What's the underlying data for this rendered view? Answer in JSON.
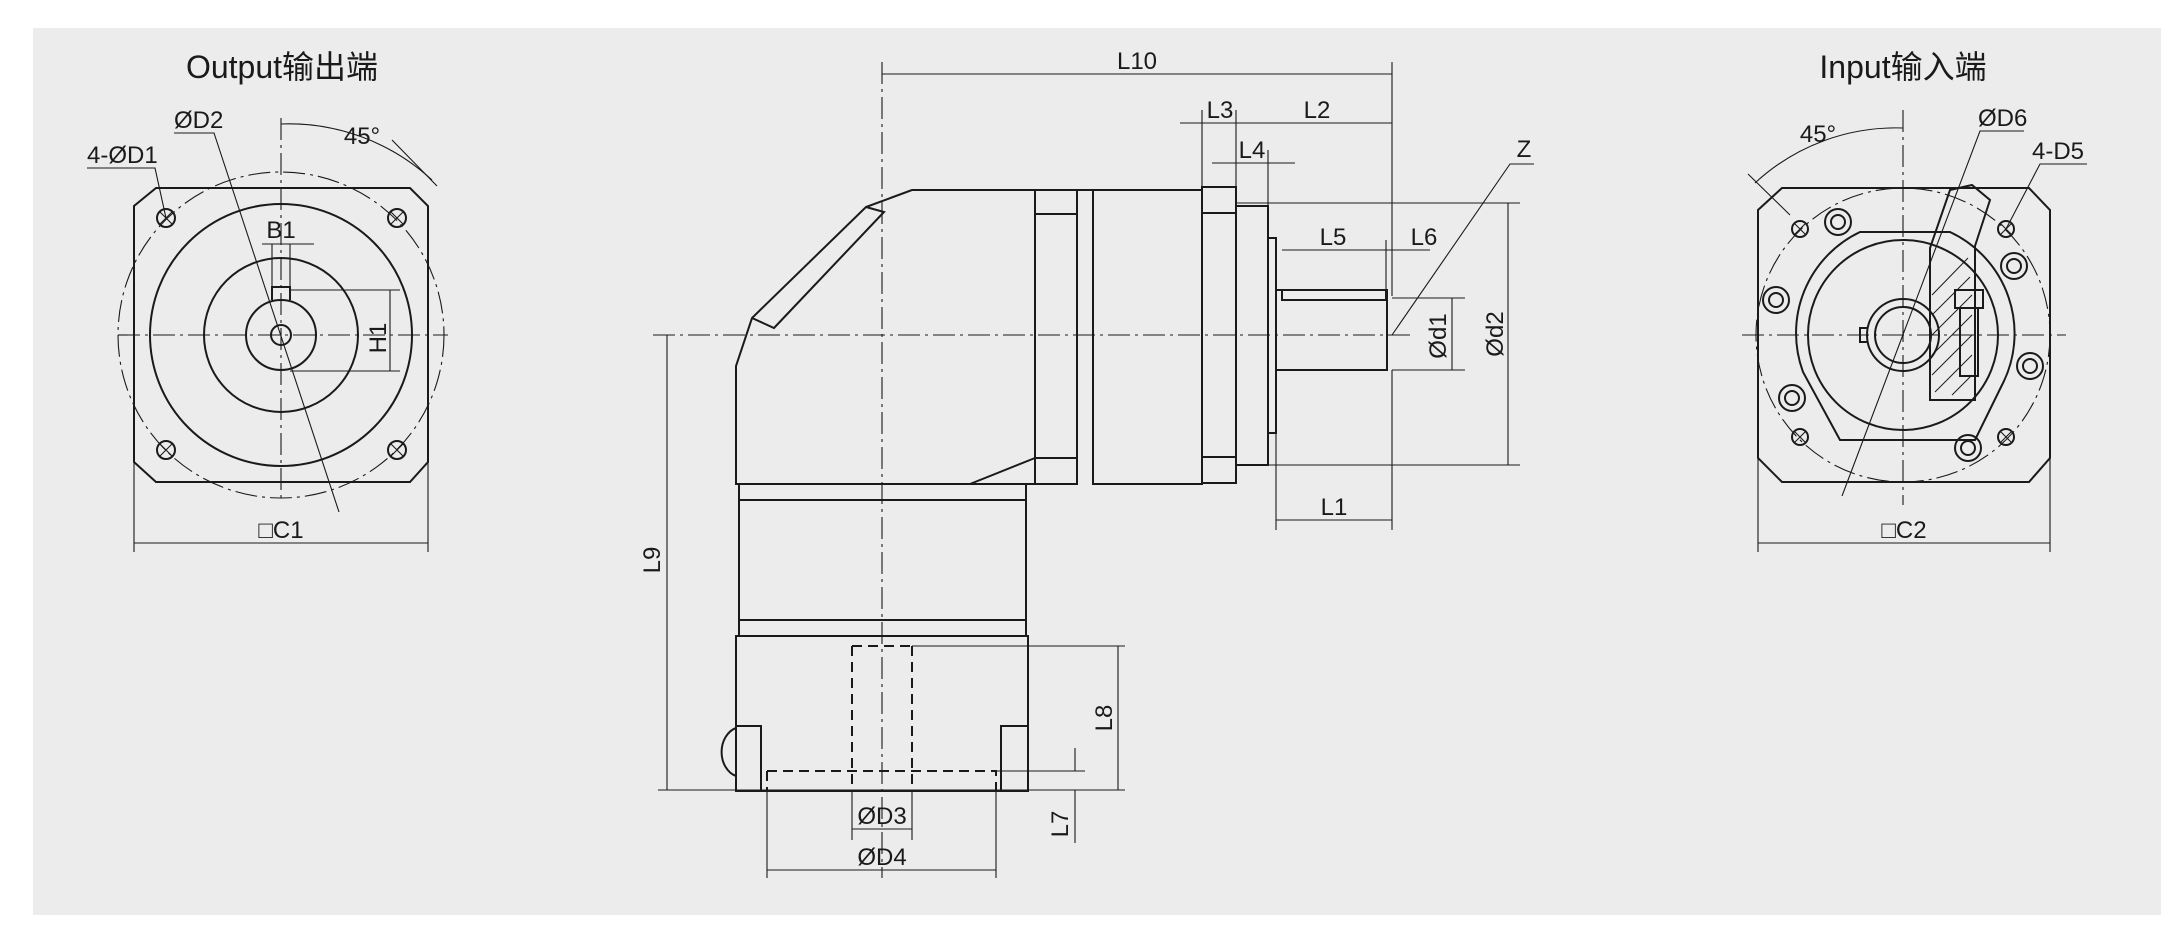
{
  "views": {
    "output": {
      "title": "Output输出端",
      "labels": {
        "d1": "4-ØD1",
        "d2": "ØD2",
        "angle": "45°",
        "b1": "B1",
        "h1": "H1",
        "c1": "□C1"
      }
    },
    "side": {
      "labels": {
        "l10": "L10",
        "l3": "L3",
        "l2": "L2",
        "l4": "L4",
        "z": "Z",
        "l5": "L5",
        "l6": "L6",
        "d1": "Ød1",
        "d2": "Ød2",
        "l1": "L1",
        "l9": "L9",
        "l8": "L8",
        "l7": "L7",
        "d3": "ØD3",
        "d4": "ØD4"
      }
    },
    "input": {
      "title": "Input输入端",
      "labels": {
        "angle": "45°",
        "d6": "ØD6",
        "d5": "4-D5",
        "c2": "□C2"
      }
    }
  },
  "colors": {
    "background": "#ebeceb",
    "line": "#1a1a1a"
  }
}
